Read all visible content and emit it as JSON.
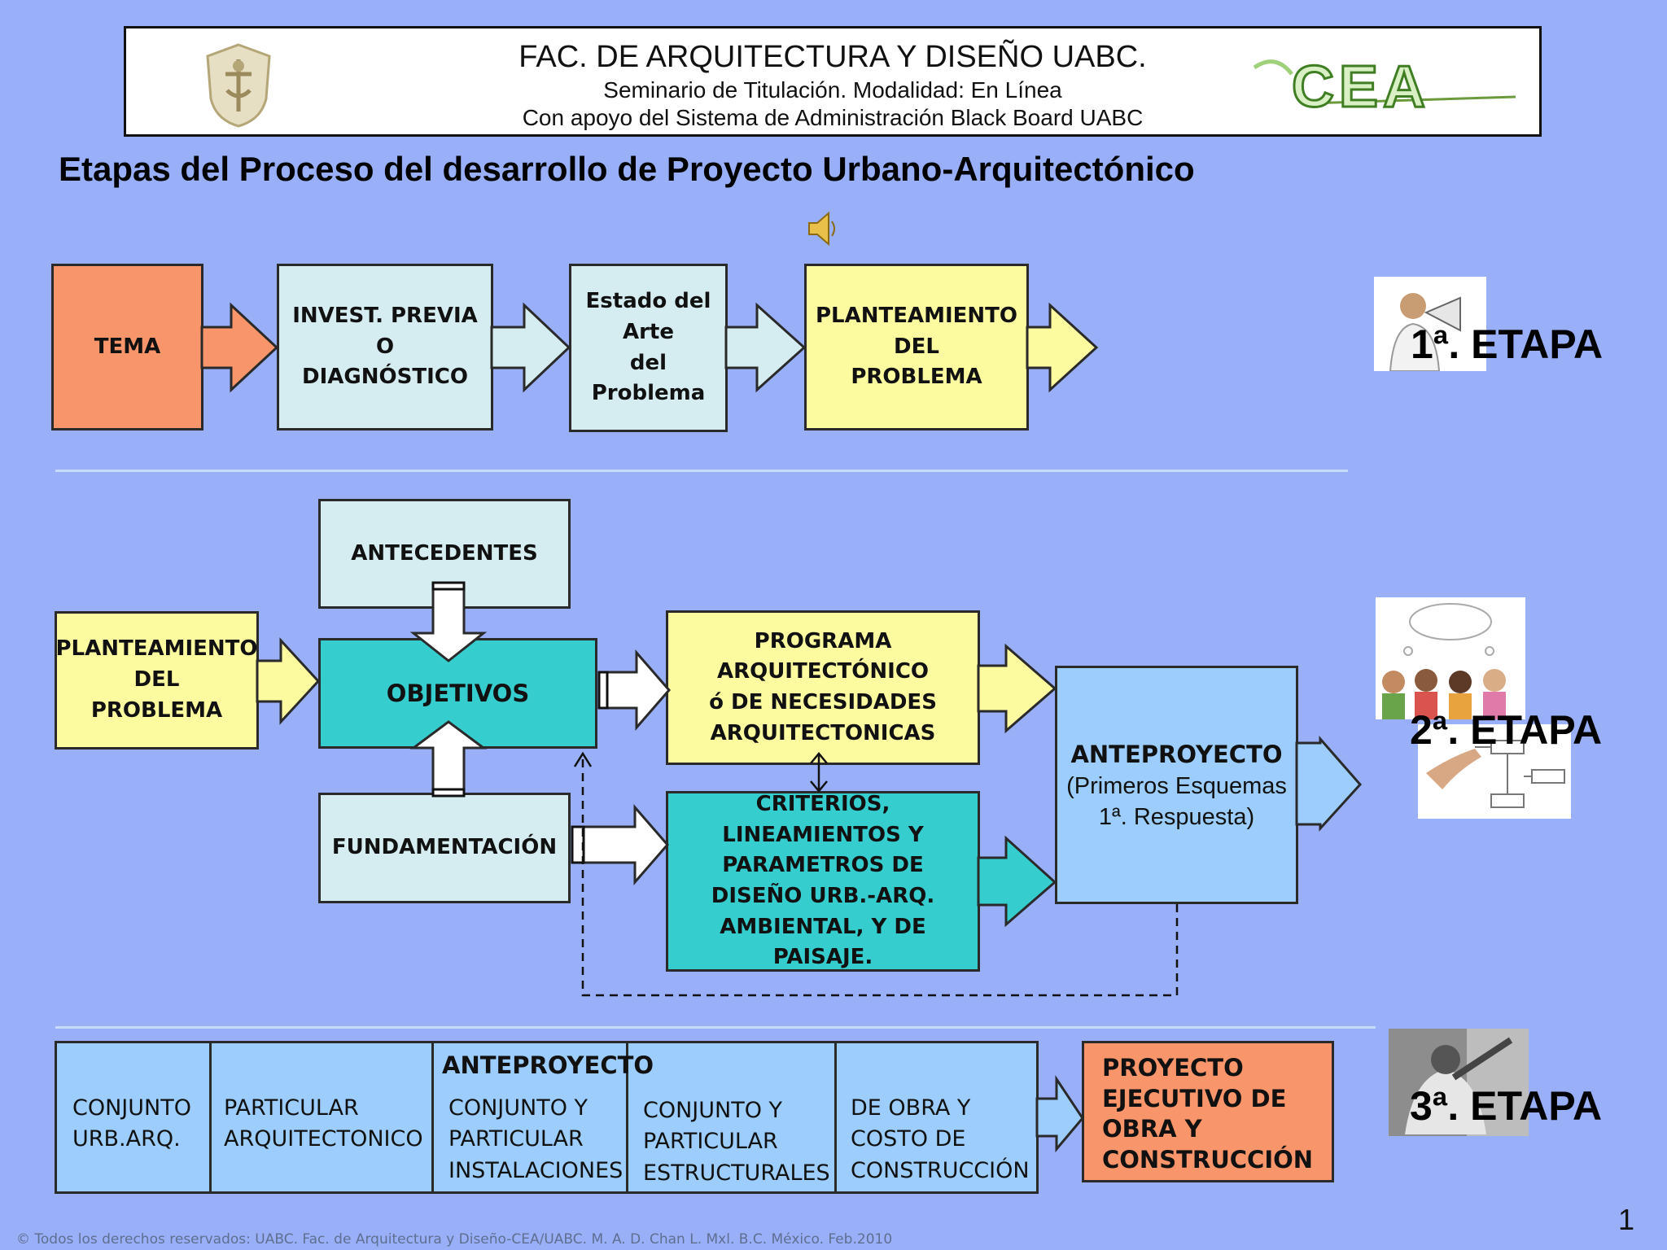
{
  "header": {
    "title": "FAC. DE ARQUITECTURA Y DISEÑO UABC.",
    "subtitle1": "Seminario de Titulación. Modalidad: En Línea",
    "subtitle2": "Con apoyo del Sistema de Administración Black Board UABC",
    "logo_left": "uabc-crest-logo",
    "logo_right": "CEA",
    "logo_right_icon": "cea-logo"
  },
  "main_title": "Etapas del Proceso del desarrollo de Proyecto Urbano-Arquitectónico",
  "audio_icon": "speaker-icon",
  "stage1": {
    "label": "1ª. ETAPA",
    "boxes": [
      "TEMA",
      "INVEST. PREVIA\nO\nDIAGNÓSTICO",
      "Estado del\nArte\ndel\nProblema",
      "PLANTEAMIENTO\nDEL\nPROBLEMA"
    ]
  },
  "stage2": {
    "label": "2ª. ETAPA",
    "planteamiento": "PLANTEAMIENTO\nDEL\nPROBLEMA",
    "antecedentes": "ANTECEDENTES",
    "objetivos": "OBJETIVOS",
    "fundamentacion": "FUNDAMENTACIÓN",
    "programa": "PROGRAMA\nARQUITECTÓNICO\nó  DE NECESIDADES\nARQUITECTONICAS",
    "criterios": "CRITERIOS,\nLINEAMIENTOS Y\nPARAMETROS DE\nDISEÑO URB.-ARQ.\nAMBIENTAL, Y DE\nPAISAJE.",
    "anteproyecto_title": "ANTEPROYECTO",
    "anteproyecto_sub": "(Primeros Esquemas\n1ª. Respuesta)"
  },
  "stage3": {
    "label": "3ª. ETAPA",
    "header": "ANTEPROYECTO",
    "cells": [
      "CONJUNTO\nURB.ARQ.",
      "PARTICULAR\nARQUITECTONICO",
      "CONJUNTO Y\nPARTICULAR\nINSTALACIONES",
      "CONJUNTO Y\nPARTICULAR\nESTRUCTURALES",
      "DE OBRA Y\nCOSTO DE\nCONSTRUCCIÓN"
    ],
    "proyecto": "PROYECTO\nEJECUTIVO DE\nOBRA Y\nCONSTRUCCIÓN"
  },
  "footer": {
    "copyright": "© Todos los derechos reservados: UABC. Fac. de Arquitectura y Diseño-CEA/UABC. M. A. D. Chan L. Mxl. B.C. México. Feb.2010",
    "page_number": "1"
  },
  "colors": {
    "background": "#99aff8",
    "peach": "#f9956a",
    "pale_teal": "#d5ecf0",
    "yellow": "#fdfba0",
    "teal": "#36cdcf",
    "sky_blue": "#9ccdfc"
  }
}
